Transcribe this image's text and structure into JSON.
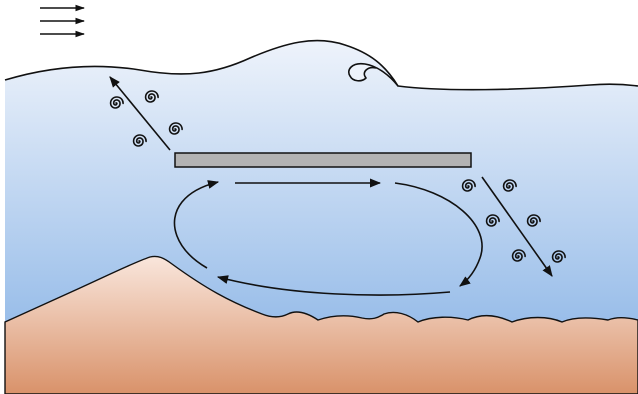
{
  "colors": {
    "background": "#ffffff",
    "water_top": "#eef3fb",
    "water_bottom": "#98bde9",
    "seabed_top": "#f9e6dc",
    "seabed_bottom": "#d9926a",
    "structure_fill": "#b3b3b3",
    "outline": "#111111"
  },
  "icons": {
    "wind_arrows": "wind-direction-arrows",
    "vortex": "spiral-eddy-icon",
    "flow_arrow": "arrow-icon"
  },
  "elements": {
    "wave_surface": "wave-crest-surface",
    "structure": "submerged-horizontal-plate",
    "circulation": "recirculation-loop-beneath-plate",
    "seabed": "sloped-seabed-with-bump"
  }
}
